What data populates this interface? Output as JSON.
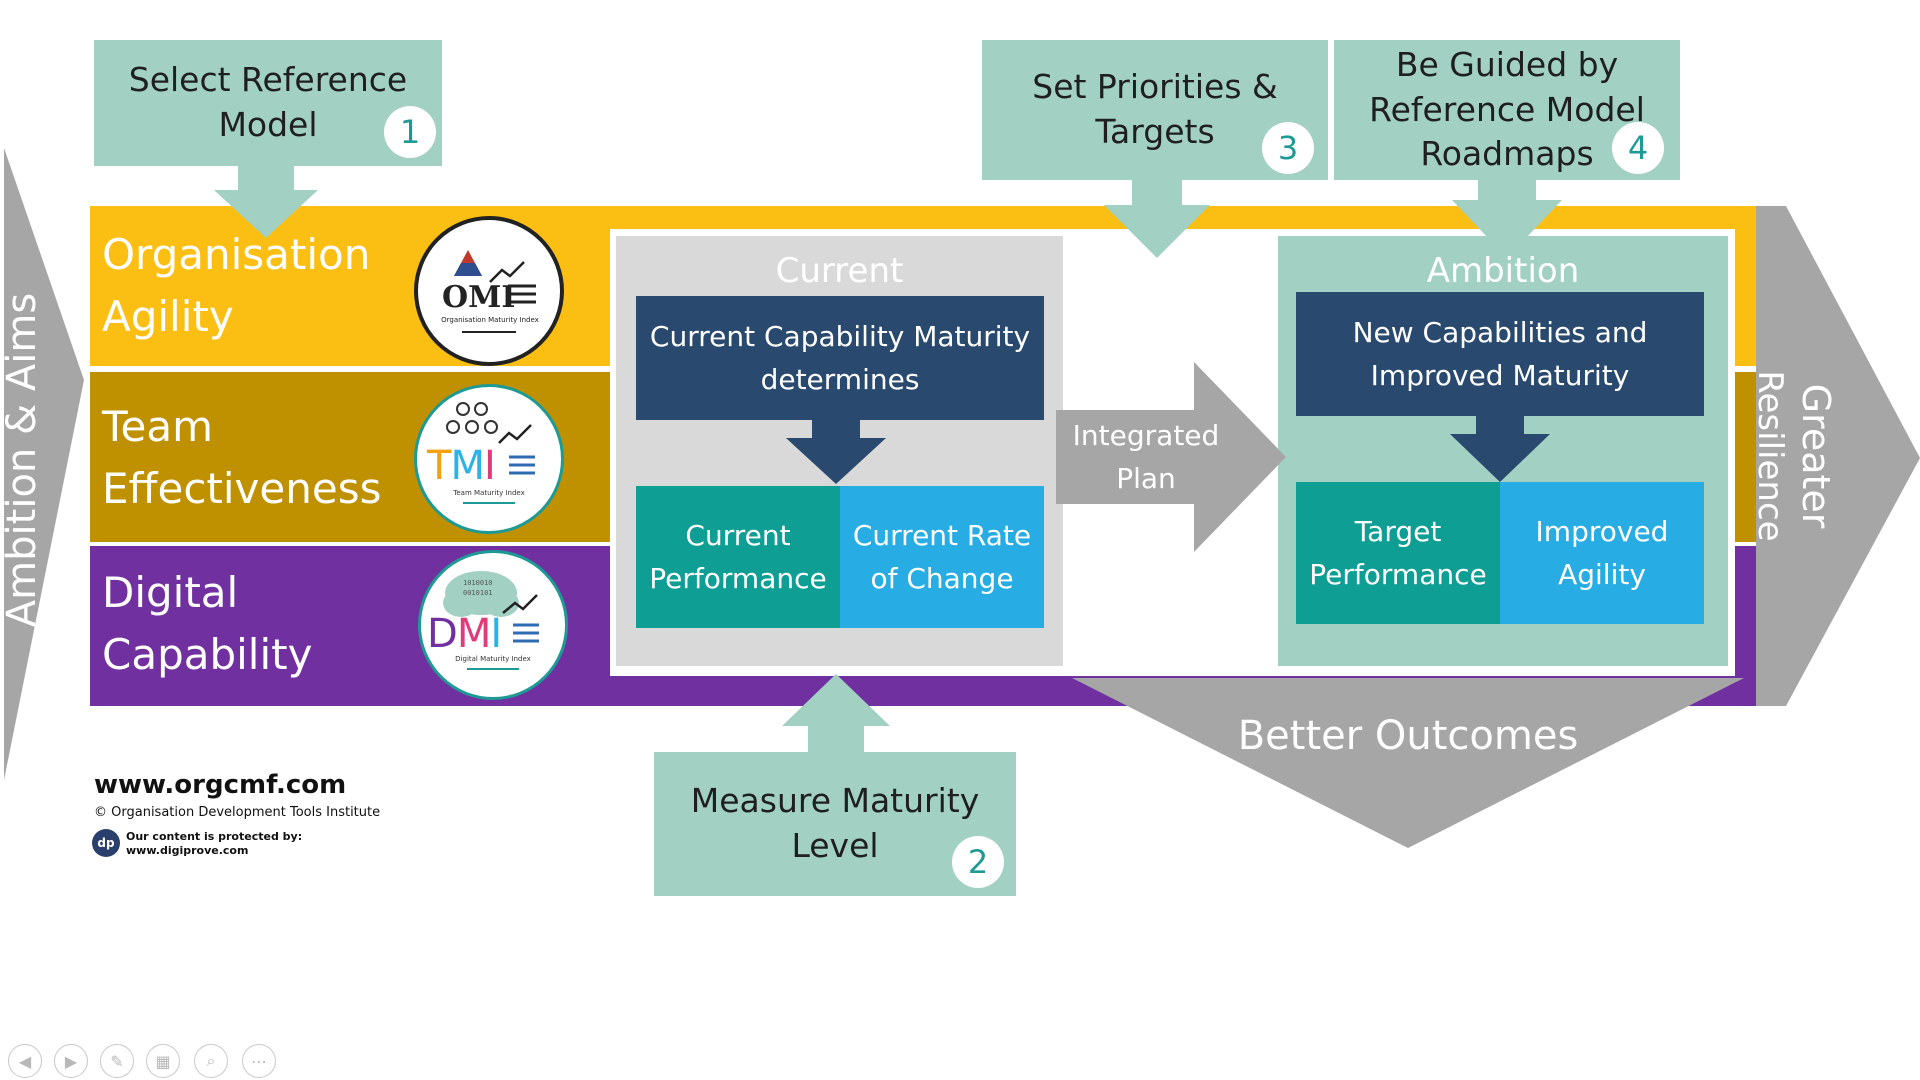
{
  "steps": [
    {
      "text_line1": "Select Reference",
      "text_line2": "Model",
      "number": "1"
    },
    {
      "text_line1": "Measure Maturity",
      "text_line2": "Level",
      "number": "2"
    },
    {
      "text_line1": "Set Priorities &",
      "text_line2": "Targets",
      "number": "3"
    },
    {
      "text_line1": "Be Guided by",
      "text_line2": "Reference Model",
      "text_line3": "Roadmaps",
      "number": "4"
    }
  ],
  "bands": [
    {
      "label_line1": "Organisation",
      "label_line2": "Agility",
      "color": "#fbbf13"
    },
    {
      "label_line1": "Team",
      "label_line2": "Effectiveness",
      "color": "#bf9000"
    },
    {
      "label_line1": "Digital",
      "label_line2": "Capability",
      "color": "#7030a0"
    }
  ],
  "logos": [
    {
      "abbr": "OMI",
      "caption": "Organisation Maturity Index",
      "icon": "pyramid-chart-icon"
    },
    {
      "abbr": "TMI",
      "caption": "Team Maturity Index",
      "icon": "team-people-icon"
    },
    {
      "abbr": "DMI",
      "caption": "Digital Maturity Index",
      "icon": "binary-cloud-icon",
      "binary_line1": "1010010",
      "binary_line2": "0010101"
    }
  ],
  "current": {
    "title": "Current",
    "header_line1": "Current Capability Maturity",
    "header_line2": "determines",
    "left_line1": "Current",
    "left_line2": "Performance",
    "right_line1": "Current Rate",
    "right_line2": "of Change"
  },
  "integrated": {
    "line1": "Integrated",
    "line2": "Plan"
  },
  "ambition": {
    "title": "Ambition",
    "header_line1": "New Capabilities and",
    "header_line2": "Improved Maturity",
    "left_line1": "Target",
    "left_line2": "Performance",
    "right_line1": "Improved",
    "right_line2": "Agility"
  },
  "side_labels": {
    "left": "Ambition & Aims",
    "right_outer": "Greater",
    "right_inner": "Resilience",
    "bottom": "Better Outcomes"
  },
  "footer": {
    "website": "www.orgcmf.com",
    "copyright": "© Organisation Development Tools Institute",
    "protect_line1": "Our content is protected by:",
    "protect_line2": "www.digiprove.com",
    "protect_logo": "dp"
  },
  "toolbar": [
    {
      "name": "previous-slide-icon",
      "glyph": "◀"
    },
    {
      "name": "next-slide-icon",
      "glyph": "▶"
    },
    {
      "name": "pen-icon",
      "glyph": "✎"
    },
    {
      "name": "slide-sorter-icon",
      "glyph": "▦"
    },
    {
      "name": "zoom-icon",
      "glyph": "⌕"
    },
    {
      "name": "more-options-icon",
      "glyph": "⋯"
    }
  ],
  "colors": {
    "mint": "#a2d1c4",
    "navy": "#294a6e",
    "teal": "#0e9e94",
    "sky": "#27ace3",
    "grey_arrow": "#a6a6a6",
    "current_panel": "#d9d9d9",
    "ambition_panel": "#a2d1c4"
  }
}
